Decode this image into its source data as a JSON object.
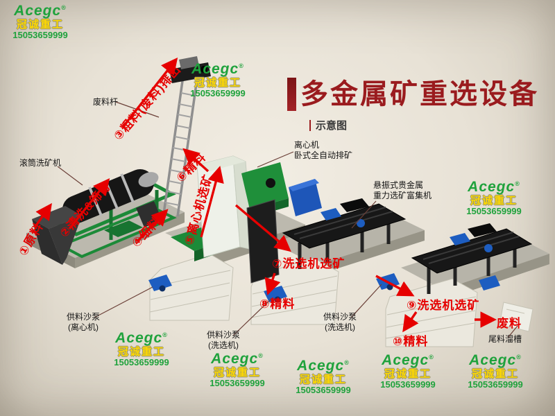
{
  "title": {
    "main": "多金属矿重选设备",
    "subtitle": "示意图"
  },
  "watermark": {
    "brand": "Acegc",
    "reg": "®",
    "company": "冠诚重工",
    "phone": "15053659999"
  },
  "flow_labels": [
    "①原料",
    "②清洗&筛分",
    "③粗料(废料)排出",
    "④细料",
    "⑤离心机选矿",
    "⑥精料",
    "⑦洗选机选矿",
    "⑧精料",
    "⑨洗选机选矿",
    "⑩精料",
    "废料"
  ],
  "equipment_labels": {
    "waste_rod": "废料杆",
    "drum_washer": "滚筒洗矿机",
    "centrifuge_line1": "离心机",
    "centrifuge_line2": "卧式全自动排矿",
    "concentrator_line1": "悬振式贵金属",
    "concentrator_line2": "重力选矿富集机",
    "pump1_line1": "供料沙泵",
    "pump1_line2": "(离心机)",
    "pump2_line1": "供料沙泵",
    "pump2_line2": "(洗选机)",
    "pump3_line1": "供料沙泵",
    "pump3_line2": "(洗选机)",
    "tailings_chute": "尾料溜槽"
  },
  "colors": {
    "title_red": "#9a1b1e",
    "flow_red": "#e60000",
    "brand_green": "#1fa23c",
    "brand_yellow": "#ffd900",
    "machine_green": "#1c8a38",
    "pump_blue": "#1d5dc0"
  }
}
